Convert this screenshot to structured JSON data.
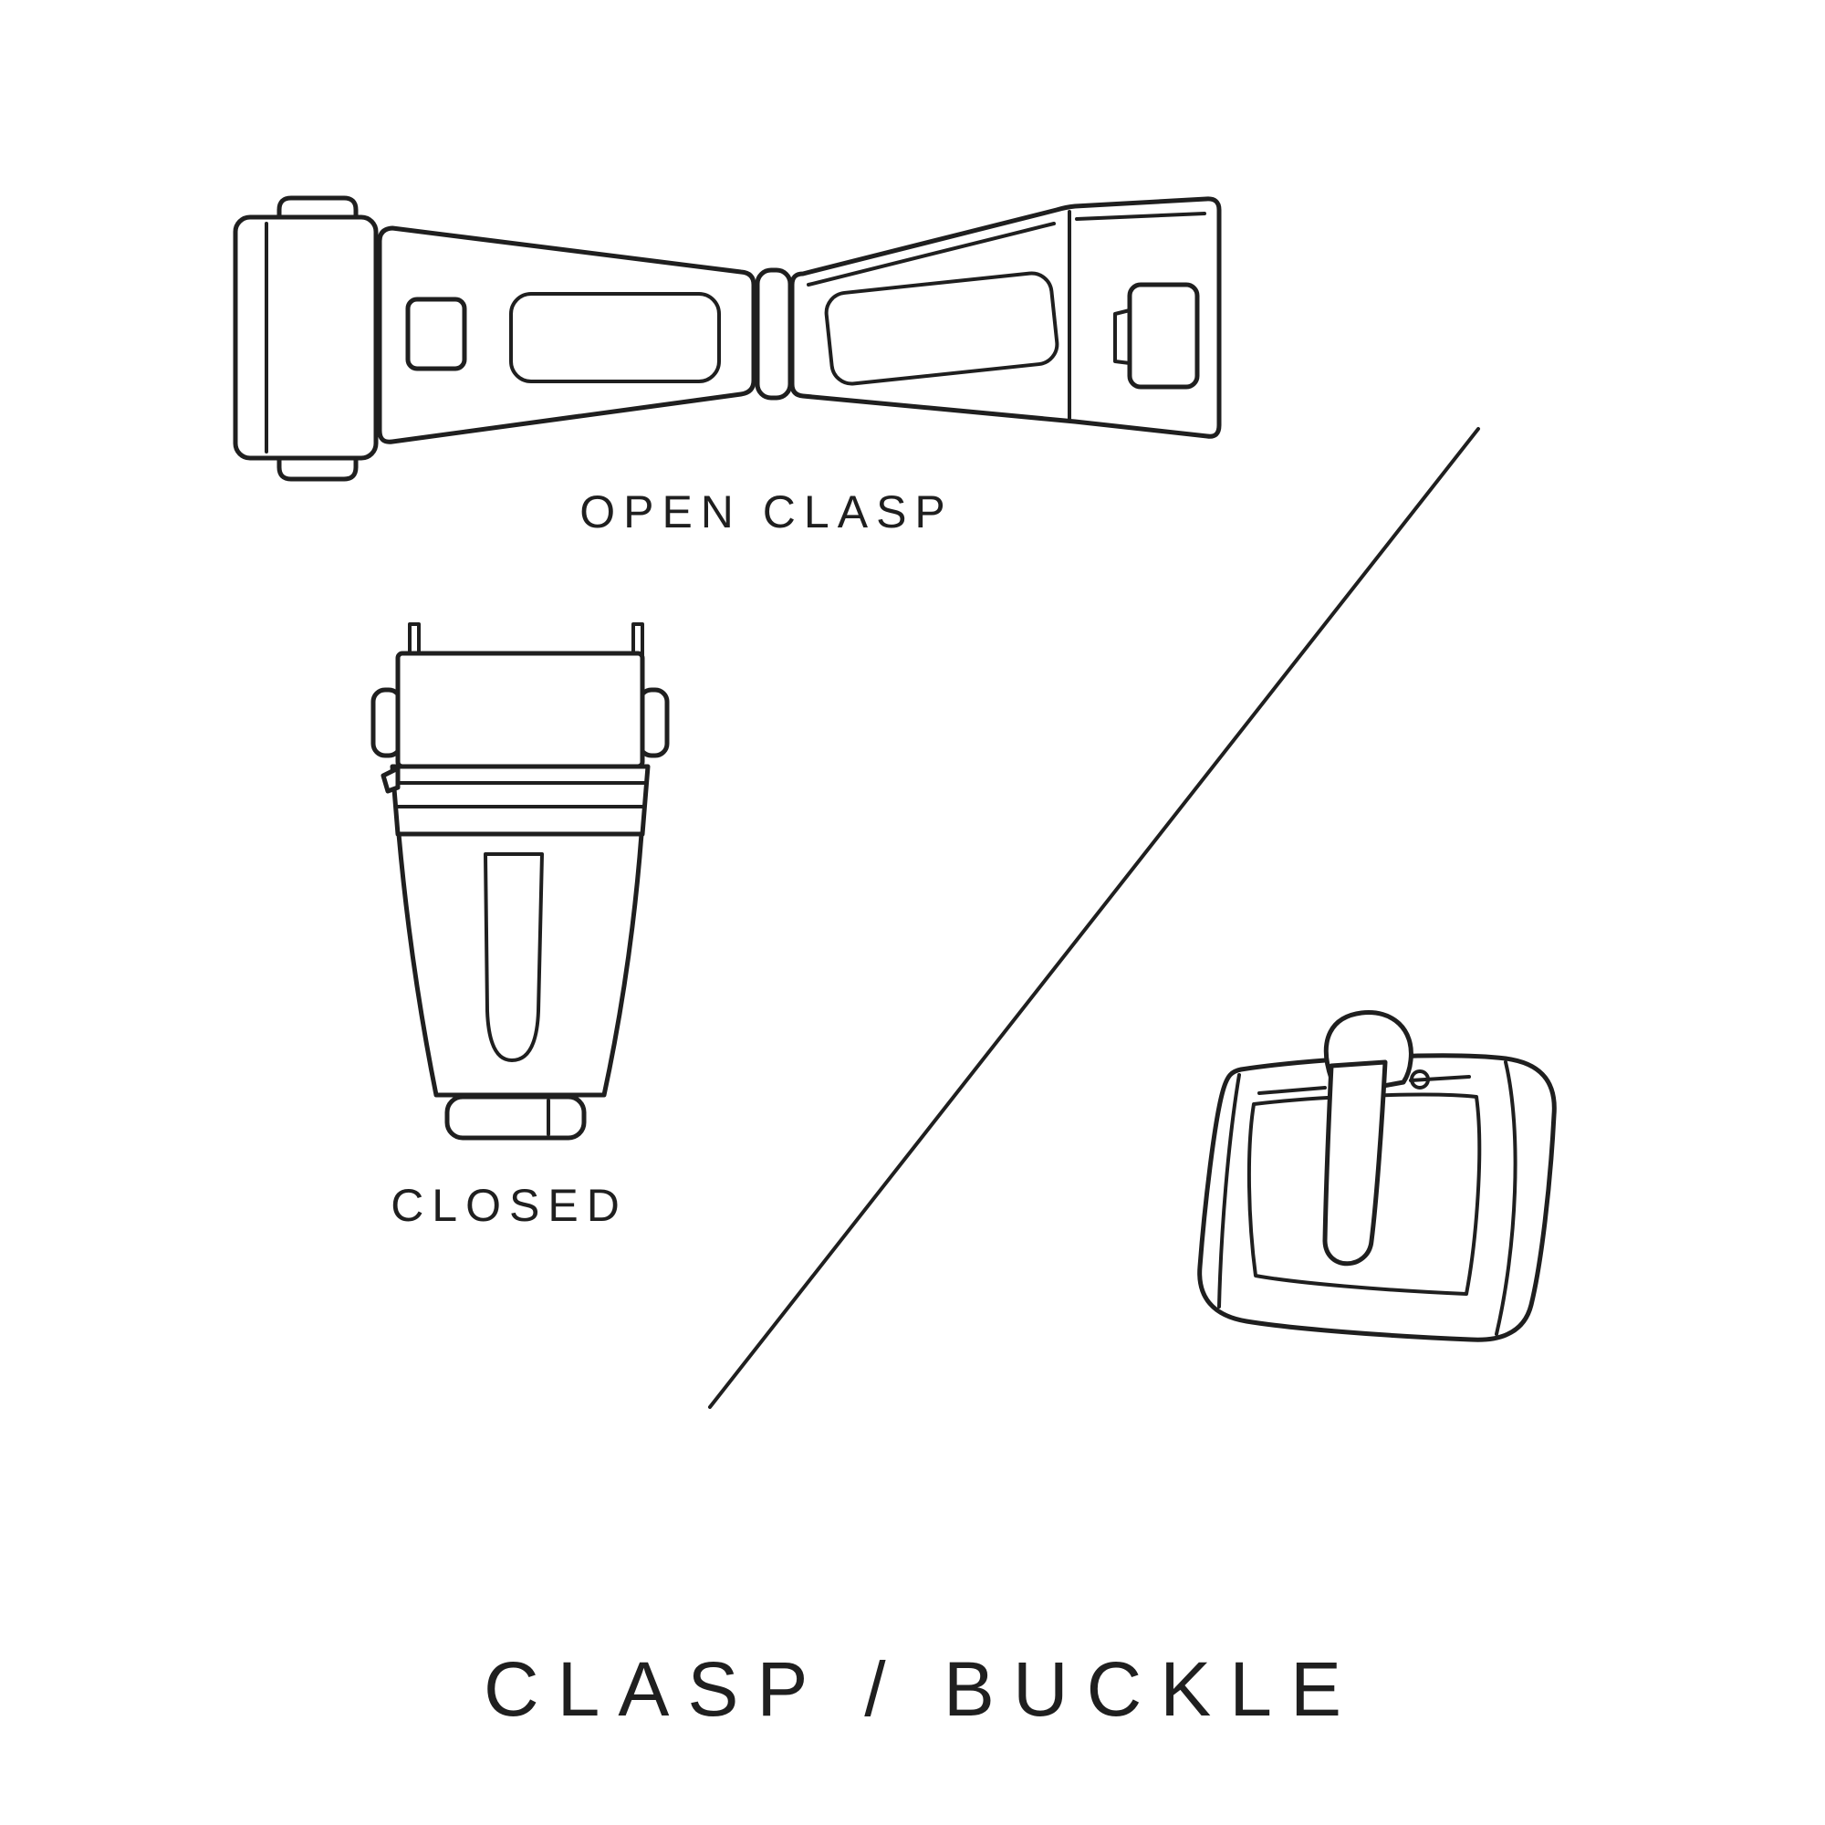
{
  "page": {
    "background_color": "#ffffff",
    "line_color": "#1f1f1f"
  },
  "figures": {
    "open_clasp": {
      "label": "OPEN CLASP",
      "icon": "open-watch-clasp-illustration"
    },
    "closed_clasp": {
      "label": "CLOSED",
      "icon": "closed-watch-clasp-illustration"
    },
    "buckle": {
      "icon": "watch-strap-buckle-illustration"
    }
  },
  "divider": {
    "icon": "diagonal-divider-line"
  },
  "title": {
    "text": "CLASP / BUCKLE"
  }
}
